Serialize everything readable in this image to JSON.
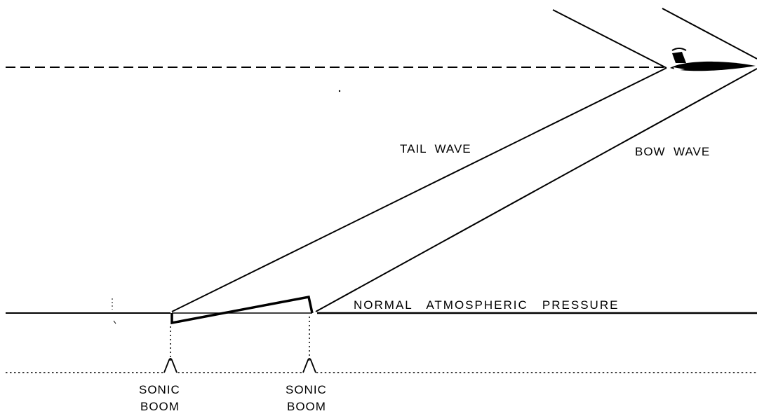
{
  "labels": {
    "tail_wave": "TAIL  WAVE",
    "bow_wave": "BOW  WAVE",
    "normal_pressure": "NORMAL   ATMOSPHERIC   PRESSURE",
    "sonic_boom_1_line1": "SONIC",
    "sonic_boom_1_line2": "BOOM",
    "sonic_boom_2_line1": "SONIC",
    "sonic_boom_2_line2": "BOOM"
  },
  "colors": {
    "ink": "#000000",
    "background": "#ffffff"
  },
  "icons": {
    "aircraft": "supersonic-aircraft-icon"
  }
}
